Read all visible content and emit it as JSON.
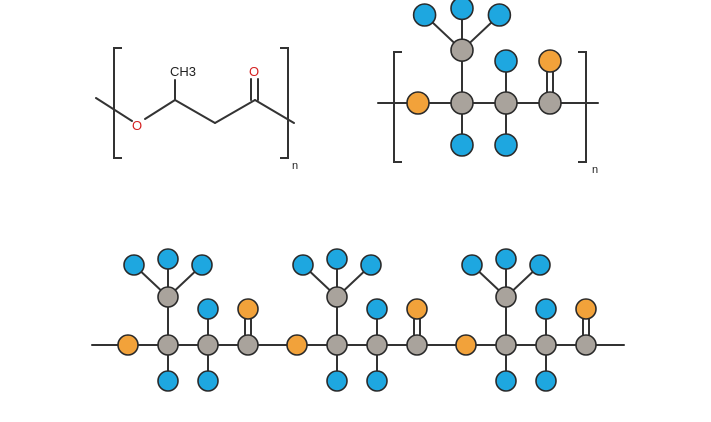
{
  "colors": {
    "carbon": "#a9a39c",
    "hydrogen": "#1ea7e0",
    "oxygen": "#f2a23a",
    "bond": "#333333",
    "heteroatom_text": "#d42020"
  },
  "skeletal_formula": {
    "methyl_label": "CH3",
    "ether_oxygen_label": "O",
    "carbonyl_oxygen_label": "O",
    "repeat_subscript": "n"
  },
  "ball_stick_monomer": {
    "repeat_subscript": "n"
  },
  "ball_stick_chain": {
    "repeat_units": 3
  }
}
